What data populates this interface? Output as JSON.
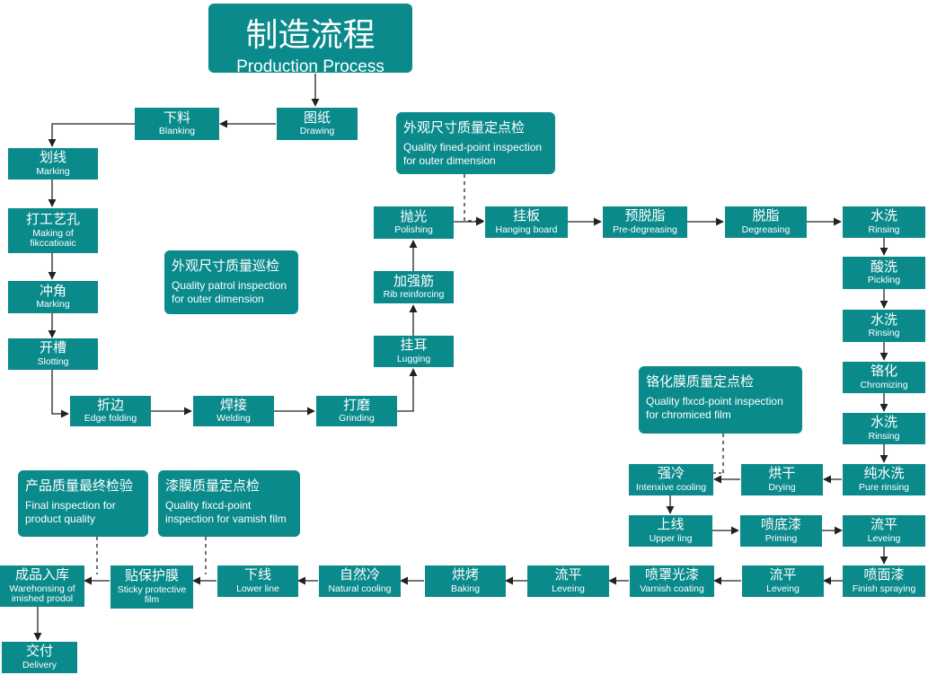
{
  "title": {
    "zh": "制造流程",
    "en": "Production Process"
  },
  "steps": {
    "drawing": {
      "zh": "图纸",
      "en": "Drawing"
    },
    "blanking": {
      "zh": "下料",
      "en": "Blanking"
    },
    "marking1": {
      "zh": "划线",
      "en": "Marking"
    },
    "making": {
      "zh": "打工艺孔",
      "en": "Making of fikccatioaic"
    },
    "marking2": {
      "zh": "冲角",
      "en": "Marking"
    },
    "slotting": {
      "zh": "开槽",
      "en": "Slotting"
    },
    "edge": {
      "zh": "折边",
      "en": "Edge folding"
    },
    "welding": {
      "zh": "焊接",
      "en": "Welding"
    },
    "grinding": {
      "zh": "打磨",
      "en": "Grinding"
    },
    "lugging": {
      "zh": "挂耳",
      "en": "Lugging"
    },
    "rib": {
      "zh": "加强筋",
      "en": "Rib reinforcing"
    },
    "polishing": {
      "zh": "抛光",
      "en": "Polishing"
    },
    "hanging": {
      "zh": "挂板",
      "en": "Hanging board"
    },
    "predeg": {
      "zh": "预脱脂",
      "en": "Pre-degreasing"
    },
    "degreasing": {
      "zh": "脱脂",
      "en": "Degreasing"
    },
    "rinse1": {
      "zh": "水洗",
      "en": "Rinsing"
    },
    "pickling": {
      "zh": "酸洗",
      "en": "Pickling"
    },
    "rinse2": {
      "zh": "水洗",
      "en": "Rinsing"
    },
    "chromizing": {
      "zh": "铬化",
      "en": "Chromizing"
    },
    "rinse3": {
      "zh": "水洗",
      "en": "Rinsing"
    },
    "pure": {
      "zh": "纯水洗",
      "en": "Pure rinsing"
    },
    "drying": {
      "zh": "烘干",
      "en": "Drying"
    },
    "intensive": {
      "zh": "强冷",
      "en": "Intenxive cooling"
    },
    "upper": {
      "zh": "上线",
      "en": "Upper ling"
    },
    "priming": {
      "zh": "喷底漆",
      "en": "Priming"
    },
    "level1": {
      "zh": "流平",
      "en": "Leveing"
    },
    "finish": {
      "zh": "喷面漆",
      "en": "Finish spraying"
    },
    "level2": {
      "zh": "流平",
      "en": "Leveing"
    },
    "varnish": {
      "zh": "喷罩光漆",
      "en": "Varnish coating"
    },
    "level3": {
      "zh": "流平",
      "en": "Leveing"
    },
    "baking": {
      "zh": "烘烤",
      "en": "Baking"
    },
    "natural": {
      "zh": "自然冷",
      "en": "Natural cooling"
    },
    "lower": {
      "zh": "下线",
      "en": "Lower line"
    },
    "sticky": {
      "zh": "贴保护膜",
      "en": "Sticky protective film"
    },
    "warehouse": {
      "zh": "成品入库",
      "en": "Warehonsing of imished prodol"
    },
    "delivery": {
      "zh": "交付",
      "en": "Delivery"
    }
  },
  "inspections": {
    "outer_fixed": {
      "zh": "外观尺寸质量定点检",
      "en": "Quality fined-point inspection for outer dimension"
    },
    "outer_patrol": {
      "zh": "外观尺寸质量巡检",
      "en": "Quality patrol inspection for outer dimension"
    },
    "chrome": {
      "zh": "铬化膜质量定点检",
      "en": "Quality flxcd-point inspection for chromiced film"
    },
    "final": {
      "zh": "产品质量最终检验",
      "en": "Final inspection for product quality"
    },
    "varnish_film": {
      "zh": "漆膜质量定点检",
      "en": "Quality fixcd-point inspection for vamish film"
    }
  },
  "colors": {
    "box": "#0b8a8c",
    "line": "#222222"
  }
}
